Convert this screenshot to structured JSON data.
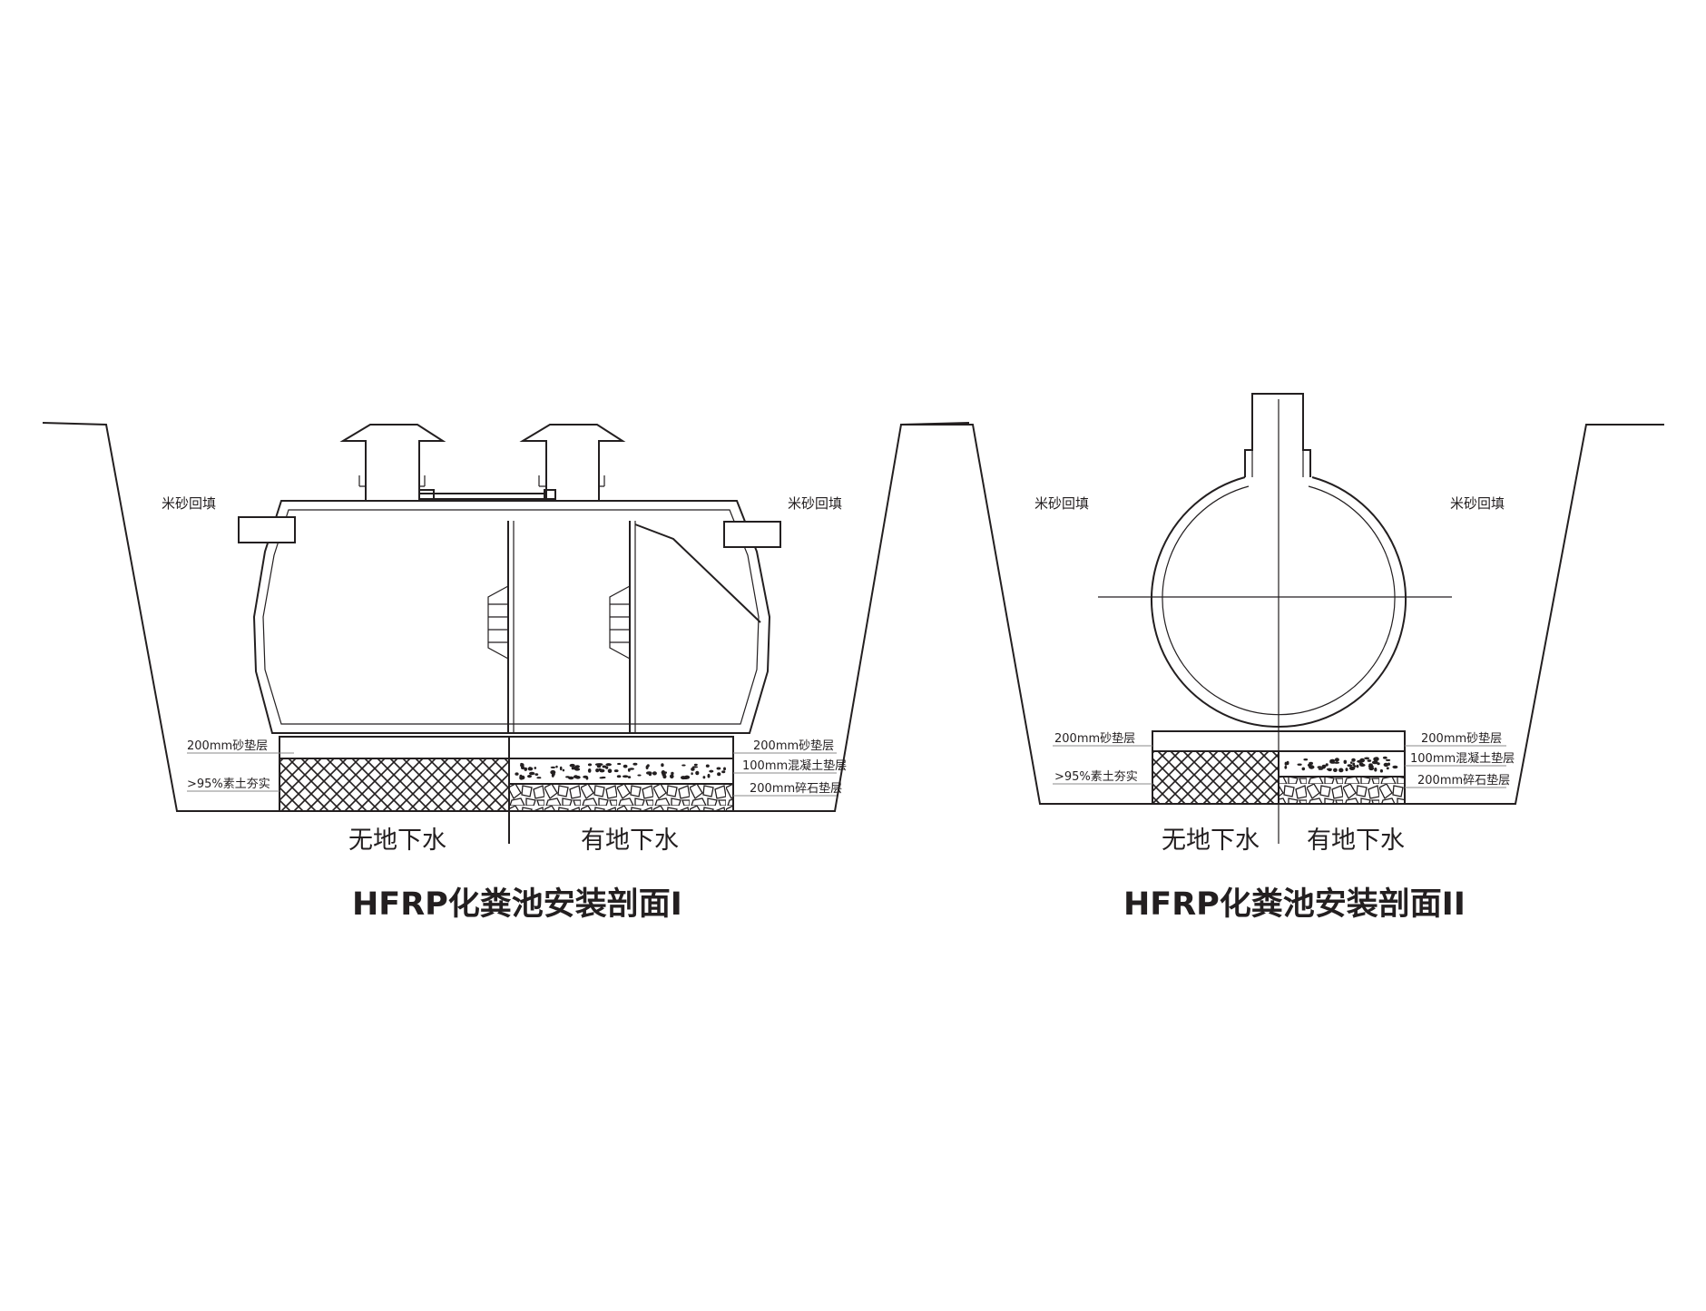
{
  "section1": {
    "backfill_left": "米砂回填",
    "backfill_right": "米砂回填",
    "sand_left": "200mm砂垫层",
    "soil_left": ">95%素土夯实",
    "sand_right": "200mm砂垫层",
    "concrete_right": "100mm混凝土垫层",
    "gravel_right": "200mm碎石垫层",
    "no_groundwater": "无地下水",
    "with_groundwater": "有地下水",
    "title": "HFRP化粪池安装剖面I"
  },
  "section2": {
    "backfill_left": "米砂回填",
    "backfill_right": "米砂回填",
    "sand_left": "200mm砂垫层",
    "soil_left": ">95%素土夯实",
    "sand_right": "200mm砂垫层",
    "concrete_right": "100mm混凝土垫层",
    "gravel_right": "200mm碎石垫层",
    "no_groundwater": "无地下水",
    "with_groundwater": "有地下水",
    "title": "HFRP化粪池安装剖面II"
  },
  "colors": {
    "line": "#231f20",
    "background": "#ffffff"
  }
}
